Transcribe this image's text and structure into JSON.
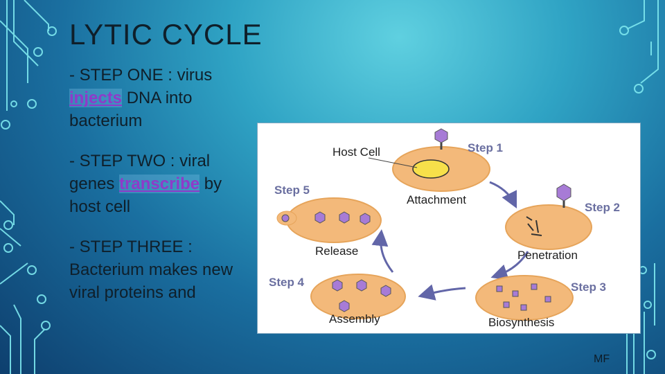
{
  "slide": {
    "title": "LYTIC CYCLE",
    "bullets": [
      {
        "pre": "- STEP ONE : virus ",
        "keyword": "injects",
        "post": " DNA into bacterium"
      },
      {
        "pre": "- STEP TWO : viral genes ",
        "keyword": "transcribe",
        "post": " by host cell"
      },
      {
        "pre": " - STEP THREE : Bacterium makes new viral proteins and",
        "keyword": "",
        "post": ""
      }
    ],
    "footer": "MF"
  },
  "diagram": {
    "host_cell_label": "Host Cell",
    "steps": [
      "Step 1",
      "Step 2",
      "Step 3",
      "Step 4",
      "Step 5"
    ],
    "phases": [
      "Attachment",
      "Penetration",
      "Biosynthesis",
      "Assembly",
      "Release"
    ]
  },
  "colors": {
    "cell_fill": "#f3b97a",
    "cell_border": "#e6a45a",
    "arrow": "#6266a8",
    "virus": "#a77bd6"
  }
}
